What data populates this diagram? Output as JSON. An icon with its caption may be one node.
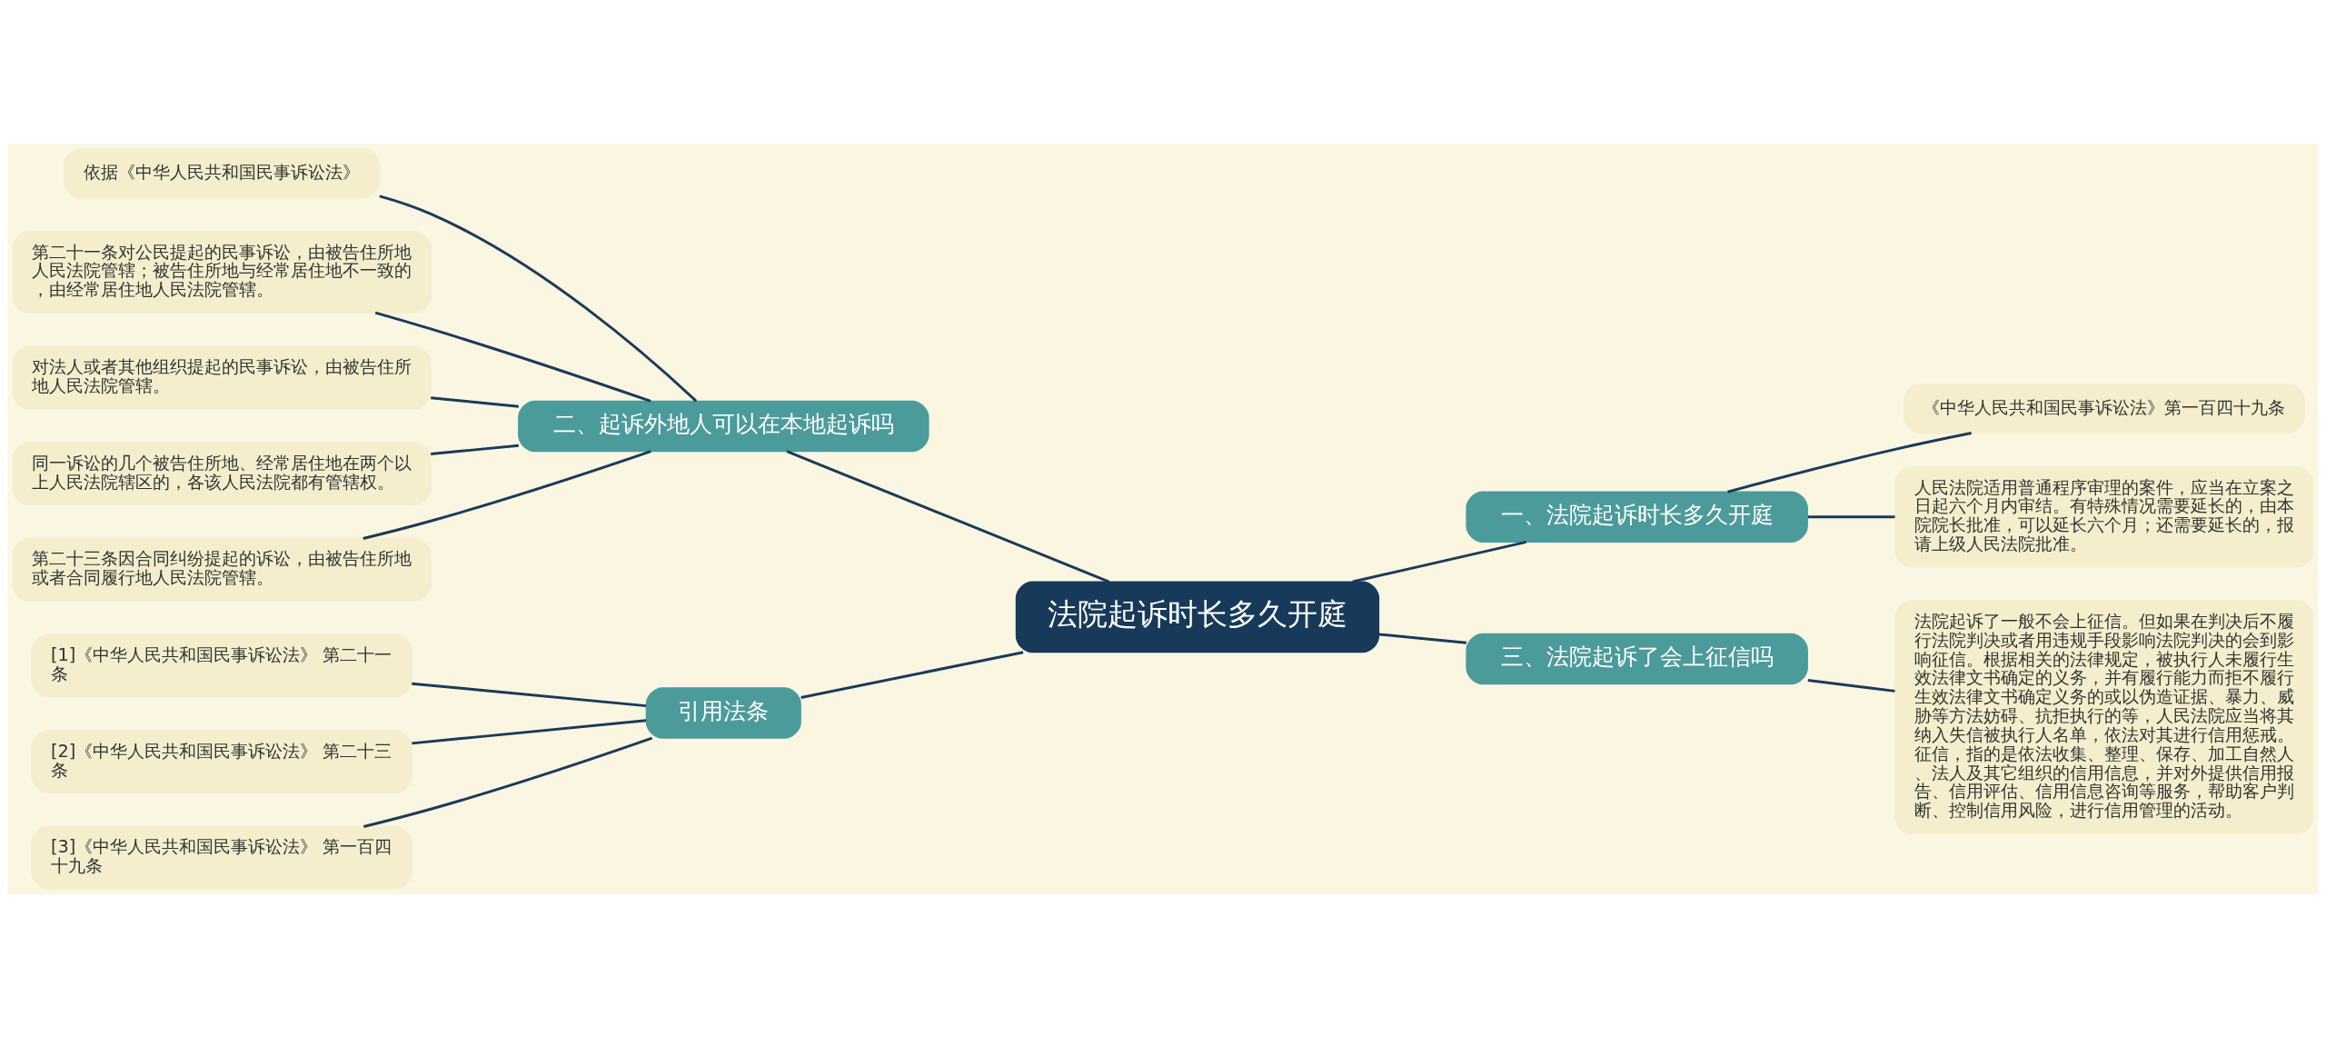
{
  "diagram": {
    "nodes": [
      {
        "text": [
          "法院起诉时长多久开庭"
        ]
      },
      {
        "text": [
          "一、法院起诉时长多久开庭"
        ]
      },
      {
        "text": [
          "《中华人民共和国民事诉讼法》第一百四十九条"
        ]
      },
      {
        "text": [
          "人民法院适用普通程序审理的案件，应当在立案之日起六个月内审结。有特殊情况需要延长的，由本院院长批准，可以延长六个月；还需要延长的，报请上级人民法院批准。"
        ]
      },
      {
        "text": [
          "二、起诉外地人可以在本地起诉吗"
        ]
      },
      {
        "text": [
          "依据《中华人民共和国民事诉讼法》"
        ]
      },
      {
        "text": [
          "第二十一条对公民提起的民事诉讼，由被告住所地人民法院管辖；被告住所地与经常居住地不一致的，由经常居住地人民法院管辖。"
        ]
      },
      {
        "text": [
          "对法人或者其他组织提起的民事诉讼，由被告住所地人民法院管辖。"
        ]
      },
      {
        "text": [
          "同一诉讼的几个被告住所地、经常居住地在两个以上人民法院辖区的，各该人民法院都有管辖权。"
        ]
      },
      {
        "text": [
          "第二十三条因合同纠纷提起的诉讼，由被告住所地或者合同履行地人民法院管辖。"
        ]
      },
      {
        "text": [
          "三、法院起诉了会上征信吗"
        ]
      },
      {
        "text": [
          "法院起诉了一般不会上征信。但如果在判决后不履行法院判决或者用违规手段影响法院判决的会到影响征信。根据相关的法律规定，被执行人未履行生效法律文书确定的义务，并有履行能力而拒不履行生效法律文书确定义务的或以伪造证据、暴力、威胁等方法妨碍、抗拒执行的等，人民法院应当将其纳入失信被执行人名单，依法对其进行信用惩戒。征信，指的是依法收集、整理、保存、加工自然人、法人及其它组织的信用信息，并对外提供信用报告、信用评估、信用信息咨询等服务，帮助客户判断、控制信用风险，进行信用管理的活动。"
        ]
      },
      {
        "text": [
          "引用法条"
        ]
      },
      {
        "text": [
          "[1]《中华人民共和国民事诉讼法》 第二十一条"
        ]
      },
      {
        "text": [
          "[2]《中华人民共和国民事诉讼法》 第二十三条"
        ]
      },
      {
        "text": [
          "[3]《中华人民共和国民事诉讼法》 第一百四十九条"
        ]
      }
    ],
    "edges": [
      {
        "from": 0,
        "to": 1,
        "arrow": "none"
      },
      {
        "from": 1,
        "to": 2,
        "arrow": "none"
      },
      {
        "from": 1,
        "to": 3,
        "arrow": "none"
      },
      {
        "from": 0,
        "to": 4,
        "arrow": "none"
      },
      {
        "from": 4,
        "to": 5,
        "arrow": "none"
      },
      {
        "from": 4,
        "to": 6,
        "arrow": "none"
      },
      {
        "from": 4,
        "to": 7,
        "arrow": "none"
      },
      {
        "from": 4,
        "to": 8,
        "arrow": "none"
      },
      {
        "from": 4,
        "to": 9,
        "arrow": "none"
      },
      {
        "from": 0,
        "to": 10,
        "arrow": "none"
      },
      {
        "from": 10,
        "to": 11,
        "arrow": "none"
      },
      {
        "from": 0,
        "to": 12,
        "arrow": "none"
      },
      {
        "from": 12,
        "to": 13,
        "arrow": "none"
      },
      {
        "from": 12,
        "to": 14,
        "arrow": "none"
      },
      {
        "from": 12,
        "to": 15,
        "arrow": "none"
      }
    ]
  }
}
